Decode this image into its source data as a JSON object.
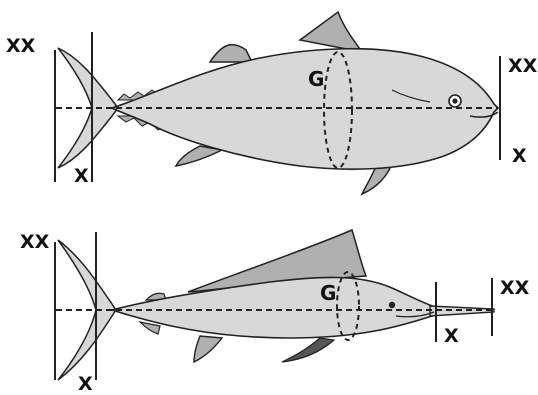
{
  "tuna": {
    "label_length_left": "XX",
    "label_fork_left": "X",
    "label_length_right": "XX",
    "label_fork_right": "X",
    "label_girth": "G"
  },
  "marlin": {
    "label_length_left": "XX",
    "label_fork_left": "X",
    "label_length_right": "XX",
    "label_fork_right": "X",
    "label_girth": "G"
  },
  "colors": {
    "body_fill": "#d8d8d8",
    "fin_fill": "#b0b0b0",
    "outline": "#222222"
  }
}
